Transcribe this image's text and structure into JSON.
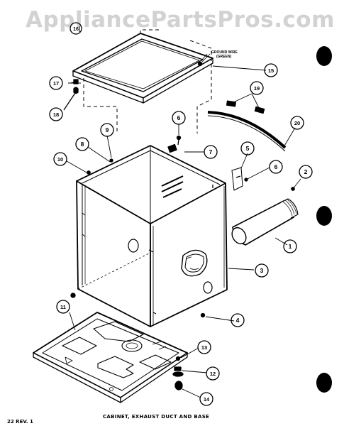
{
  "watermark": "AppliancePartsPros.com",
  "caption": "CABINET, EXHAUST DUCT AND BASE",
  "page_ref": "22 REV. 1",
  "wire_label_line1": "GROUND WIRE",
  "wire_label_line2": "(GREEN)",
  "callouts": {
    "c1": "1",
    "c2": "2",
    "c3": "3",
    "c4": "4",
    "c5": "5",
    "c6a": "6",
    "c6b": "6",
    "c7": "7",
    "c8": "8",
    "c9": "9",
    "c10": "10",
    "c11": "11",
    "c12": "12",
    "c13": "13",
    "c14": "14",
    "c15": "15",
    "c16": "16",
    "c17": "17",
    "c18": "18",
    "c19": "19",
    "c20": "20"
  }
}
